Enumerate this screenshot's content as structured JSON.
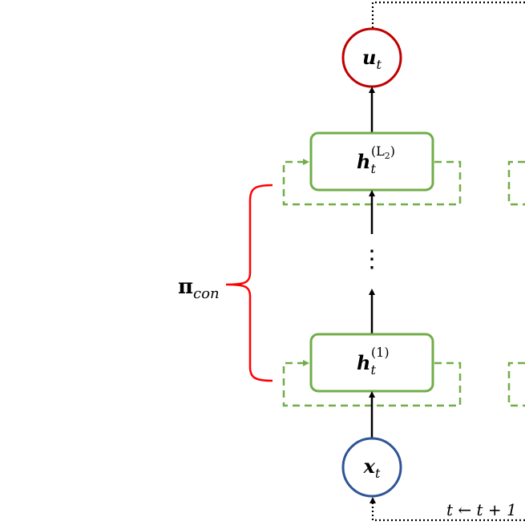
{
  "nodes": {
    "output": {
      "symbol": "u",
      "subscript": "t"
    },
    "input": {
      "symbol": "x",
      "subscript": "t"
    },
    "hidden_top": {
      "symbol": "h",
      "subscript": "t",
      "superscript": "(L",
      "superscript_sub": "2",
      "superscript_close": ")"
    },
    "hidden_bottom": {
      "symbol": "h",
      "subscript": "t",
      "superscript": "(1)"
    }
  },
  "ellipsis": "⋮",
  "brace_label": {
    "symbol": "π",
    "subscript": "con"
  },
  "time_update": "t ← t + 1",
  "colors": {
    "output_circle": "#c00000",
    "input_circle": "#2f5597",
    "hidden_box": "#70ad47",
    "brace": "#ff0000",
    "arrows": "#000000"
  }
}
